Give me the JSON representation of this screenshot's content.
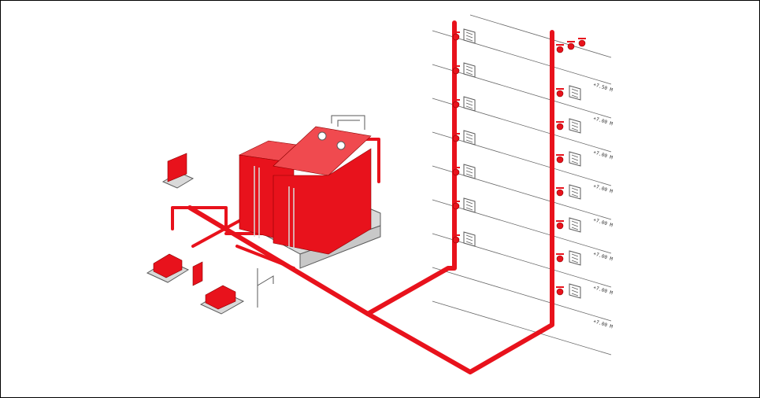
{
  "diagram": {
    "colors": {
      "pipe": "#e8121c",
      "equipment": "#e8121c",
      "base": "#d9d9d9",
      "outline": "#5a5a5a",
      "floor_line": "#666666",
      "background": "#ffffff"
    },
    "right_riser_level_labels": [
      "+7.50 M",
      "+7.00 M",
      "+7.00 M",
      "+7.00 M",
      "+7.00 M",
      "+7.00 M",
      "+7.00 M",
      "+7.00 M"
    ],
    "left_riser_cabinet_count": 7,
    "right_riser_cabinet_count": 7,
    "pump_count": 2,
    "tank_count": 2
  }
}
